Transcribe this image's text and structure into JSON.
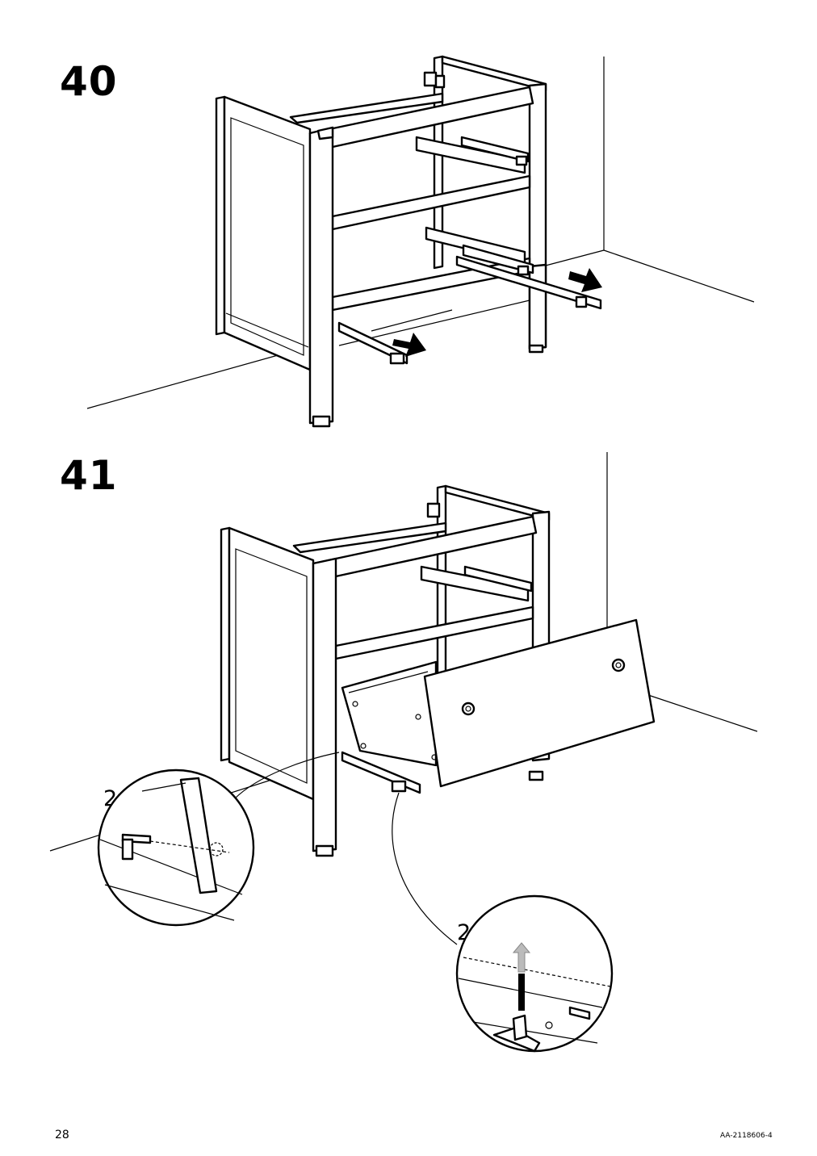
{
  "page": {
    "page_number": "28",
    "document_code": "AA-2118606-4"
  },
  "steps": [
    {
      "number": "40"
    },
    {
      "number": "41",
      "callouts": [
        "2x",
        "2x"
      ]
    }
  ]
}
